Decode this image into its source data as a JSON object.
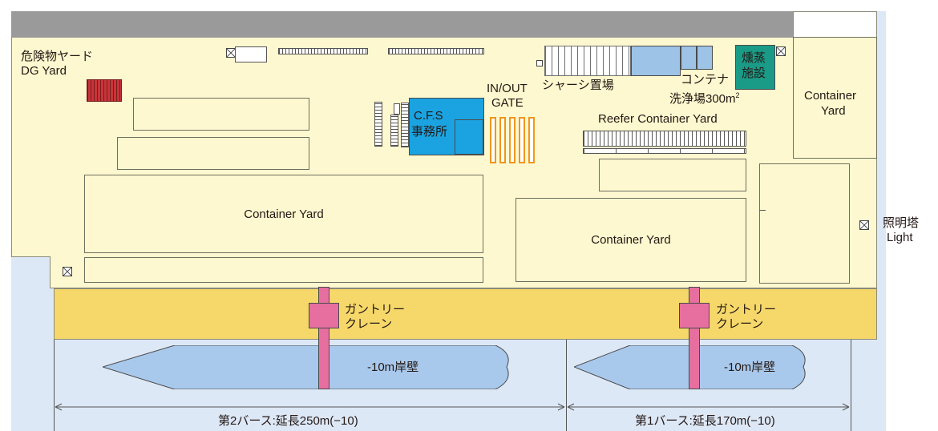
{
  "labels": {
    "dg_yard_jp": "危険物ヤード",
    "dg_yard_en": "DG Yard",
    "cfs_line1": "C.F.S",
    "cfs_line2": "事務所",
    "gate_line1": "IN/OUT",
    "gate_line2": "GATE",
    "chassis_area": "シャーシ置場",
    "wash_line1": "コンテナ",
    "wash_line2": "洗浄場300m",
    "wash_unit_sup": "2",
    "fumigation_line1": "燻蒸",
    "fumigation_line2": "施設",
    "reefer_yard": "Reefer Container Yard",
    "container_yard_left": "Container Yard",
    "container_yard_mid": "Container Yard",
    "container_yard_right_line1": "Container",
    "container_yard_right_line2": "Yard",
    "light_tower_jp": "照明塔",
    "light_tower_en": "Light",
    "crane_left_line1": "ガントリー",
    "crane_left_line2": "クレーン",
    "crane_right_line1": "ガントリー",
    "crane_right_line2": "クレーン",
    "quay_left": "-10m岸壁",
    "quay_right": "-10m岸壁",
    "berth2": "第2バース:延長250m(−10)",
    "berth1": "第1バース:延長170m(−10)"
  },
  "colors": {
    "yard": "#fdf8cf",
    "apron": "#f6d86a",
    "water": "#dde8f6",
    "ship": "#a9c9ec",
    "cfs": "#1aa3e0",
    "wash": "#9dc3e6",
    "fumigation": "#1a9b87",
    "crane": "#e66fa0",
    "gate": "#f0961e",
    "dg_yard": "#c8343a",
    "top_road": "#9a9a9a"
  },
  "icons": {
    "light_tower": "light-tower-icon"
  }
}
